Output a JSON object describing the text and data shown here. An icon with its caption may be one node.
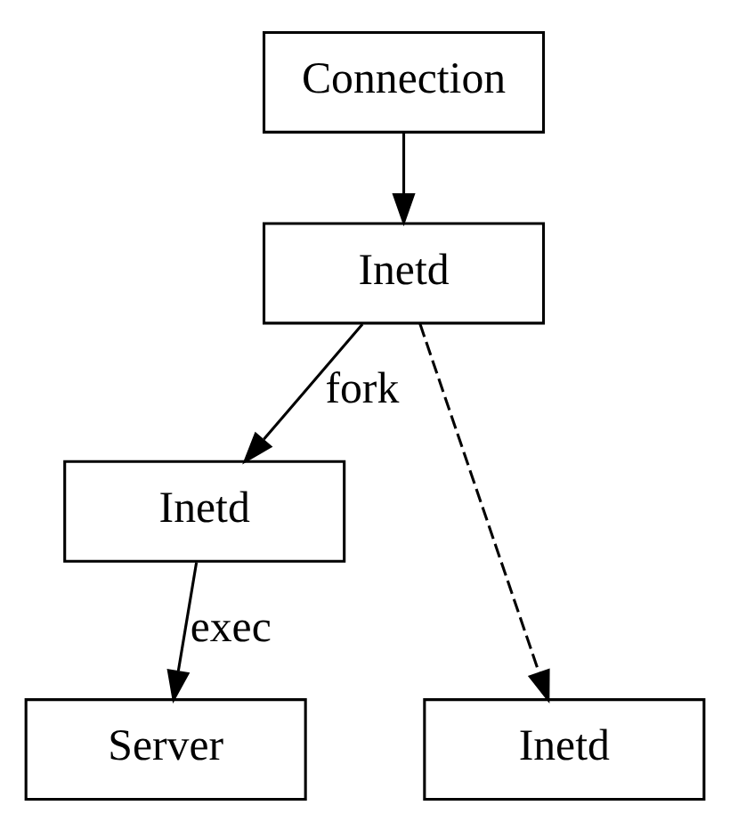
{
  "diagram": {
    "nodes": [
      {
        "text": [
          "Connection"
        ]
      },
      {
        "text": [
          "Inetd"
        ]
      },
      {
        "text": [
          "Inetd"
        ]
      },
      {
        "text": [
          "Inetd"
        ]
      },
      {
        "text": [
          "Server"
        ]
      }
    ],
    "edges": [
      {
        "from": 0,
        "to": 1,
        "arrow": "to"
      },
      {
        "from": 1,
        "to": 2,
        "arrow": "to",
        "label": "fork"
      },
      {
        "from": 1,
        "to": 3,
        "arrow": "to",
        "style": "dashed"
      },
      {
        "from": 2,
        "to": 4,
        "arrow": "to",
        "label": "exec"
      }
    ]
  }
}
